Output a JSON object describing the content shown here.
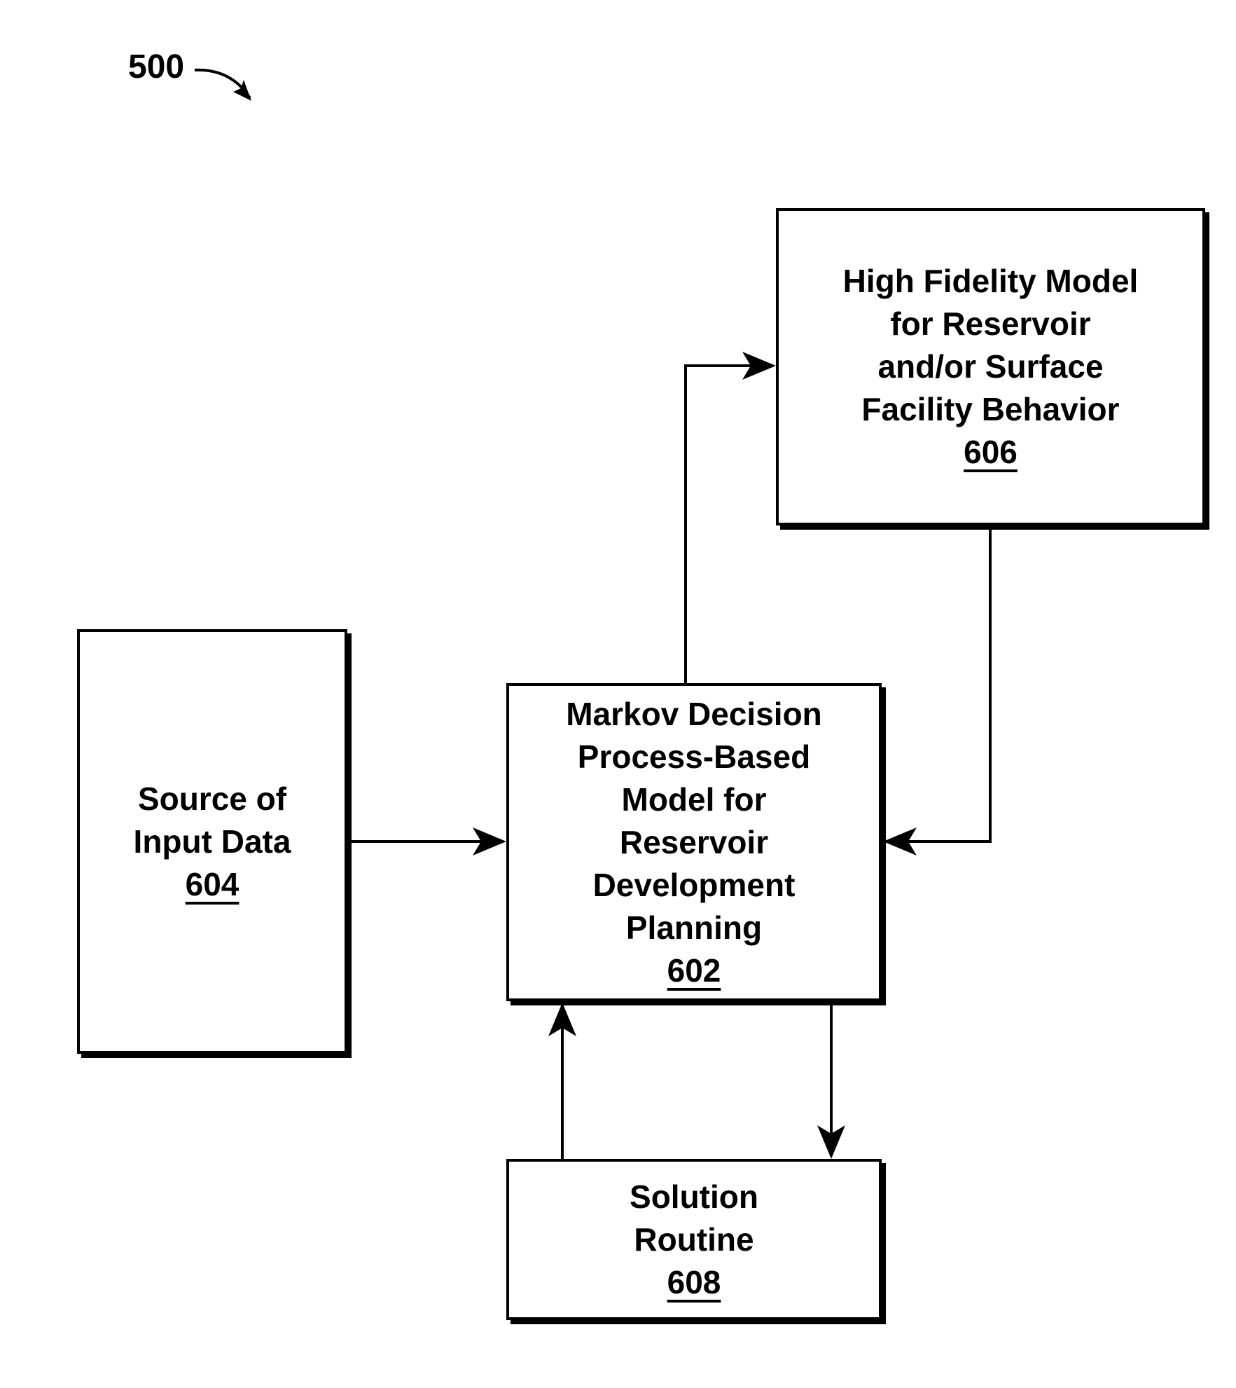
{
  "figure": {
    "ref": "500"
  },
  "boxes": {
    "high_fidelity": {
      "lines": [
        "High Fidelity Model",
        "for Reservoir",
        "and/or Surface",
        "Facility Behavior"
      ],
      "ref": "606"
    },
    "source": {
      "lines": [
        "Source of",
        "Input Data"
      ],
      "ref": "604"
    },
    "mdp": {
      "lines": [
        "Markov Decision",
        "Process-Based",
        "Model for",
        "Reservoir",
        "Development",
        "Planning"
      ],
      "ref": "602"
    },
    "solution": {
      "lines": [
        "Solution",
        "Routine"
      ],
      "ref": "608"
    }
  },
  "connections": [
    {
      "from": "604",
      "to": "602"
    },
    {
      "from": "602",
      "to": "606"
    },
    {
      "from": "606",
      "to": "602"
    },
    {
      "from": "602",
      "to": "608"
    },
    {
      "from": "608",
      "to": "602"
    }
  ],
  "colors": {
    "line": "#000000",
    "background": "#ffffff"
  }
}
